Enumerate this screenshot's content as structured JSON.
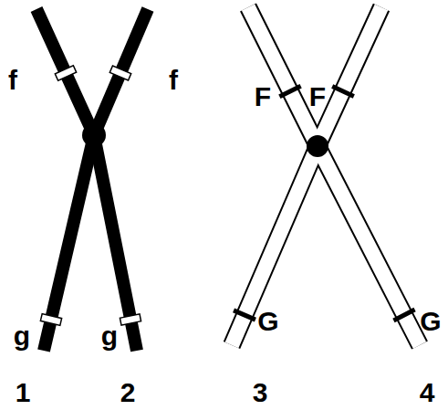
{
  "diagram": {
    "labels": [
      "f",
      "f",
      "g",
      "g",
      "F",
      "F",
      "G",
      "G",
      "1",
      "2",
      "3",
      "4"
    ]
  }
}
